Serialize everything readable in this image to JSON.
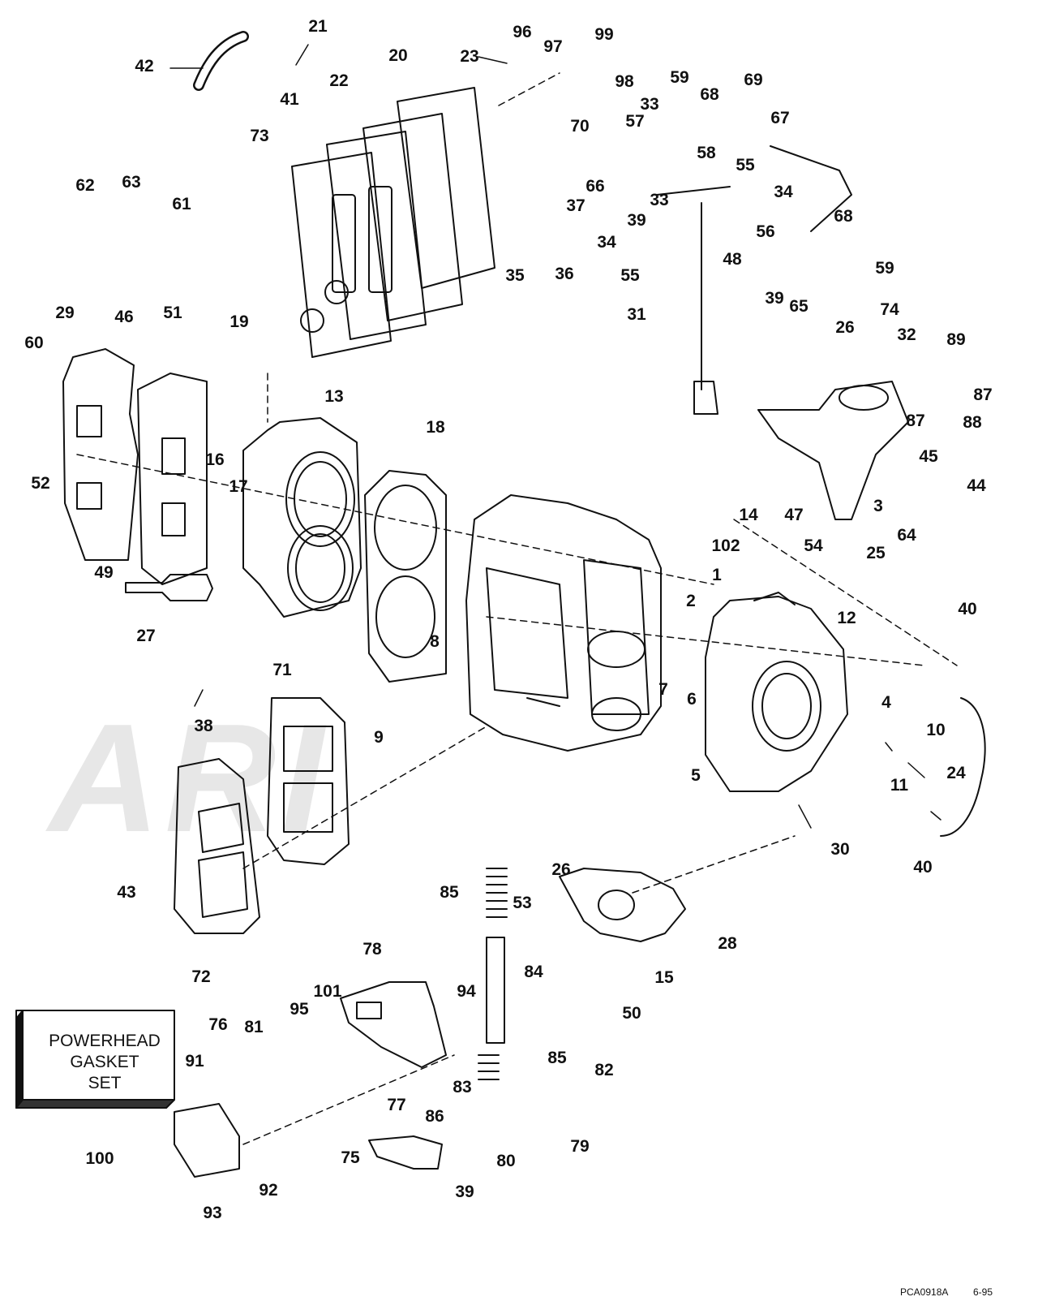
{
  "watermark": "ARI",
  "kit_box": {
    "lines": [
      "POWERHEAD",
      "GASKET",
      "SET"
    ]
  },
  "footer": {
    "code": "PCA0918A",
    "date": "6-95"
  },
  "callouts": [
    "21",
    "42",
    "23",
    "96",
    "97",
    "99",
    "20",
    "22",
    "41",
    "73",
    "98",
    "59",
    "69",
    "33",
    "68",
    "70",
    "57",
    "67",
    "66",
    "58",
    "55",
    "37",
    "33",
    "34",
    "39",
    "56",
    "34",
    "35",
    "36",
    "55",
    "48",
    "68",
    "59",
    "65",
    "39",
    "31",
    "62",
    "63",
    "61",
    "29",
    "46",
    "51",
    "19",
    "60",
    "16",
    "17",
    "13",
    "18",
    "52",
    "49",
    "27",
    "26",
    "74",
    "32",
    "89",
    "87",
    "87",
    "88",
    "45",
    "14",
    "3",
    "44",
    "47",
    "54",
    "64",
    "102",
    "25",
    "1",
    "12",
    "2",
    "40",
    "8",
    "9",
    "71",
    "38",
    "7",
    "6",
    "4",
    "10",
    "5",
    "11",
    "24",
    "30",
    "40",
    "43",
    "72",
    "85",
    "26",
    "53",
    "28",
    "15",
    "50",
    "78",
    "84",
    "101",
    "95",
    "94",
    "76",
    "81",
    "91",
    "85",
    "82",
    "83",
    "77",
    "86",
    "79",
    "80",
    "39",
    "75",
    "92",
    "93",
    "100"
  ]
}
